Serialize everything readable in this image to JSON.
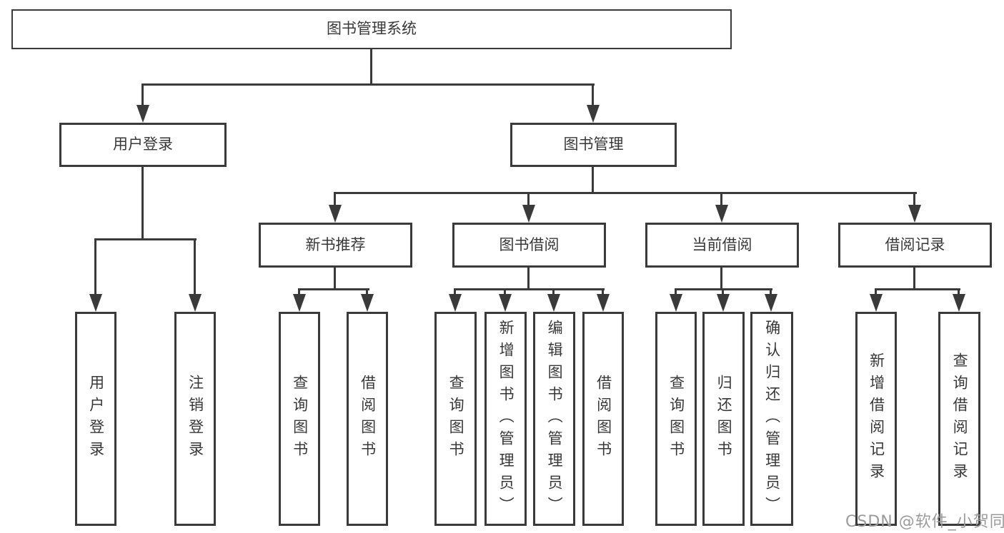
{
  "tree": {
    "label": "图书管理系统",
    "children": [
      {
        "label": "用户登录",
        "children": [
          {
            "label": "用户登录"
          },
          {
            "label": "注销登录"
          }
        ]
      },
      {
        "label": "图书管理",
        "children": [
          {
            "label": "新书推荐",
            "children": [
              {
                "label": "查询图书"
              },
              {
                "label": "借阅图书"
              }
            ]
          },
          {
            "label": "图书借阅",
            "children": [
              {
                "label": "查询图书"
              },
              {
                "label": "新增图书（管理员）"
              },
              {
                "label": "编辑图书（管理员）"
              },
              {
                "label": "借阅图书"
              }
            ]
          },
          {
            "label": "当前借阅",
            "children": [
              {
                "label": "查询图书"
              },
              {
                "label": "归还图书"
              },
              {
                "label": "确认归还（管理员）"
              }
            ]
          },
          {
            "label": "借阅记录",
            "children": [
              {
                "label": "新增借阅记录"
              },
              {
                "label": "查询借阅记录"
              }
            ]
          }
        ]
      }
    ]
  },
  "watermark": "CSDN @软件_小贺同学",
  "colors": {
    "line": "#3a3a3a",
    "text": "#383838",
    "box_bg": "#ffffff",
    "canvas_bg": "#ffffff",
    "watermark": "#9b9b9b"
  }
}
